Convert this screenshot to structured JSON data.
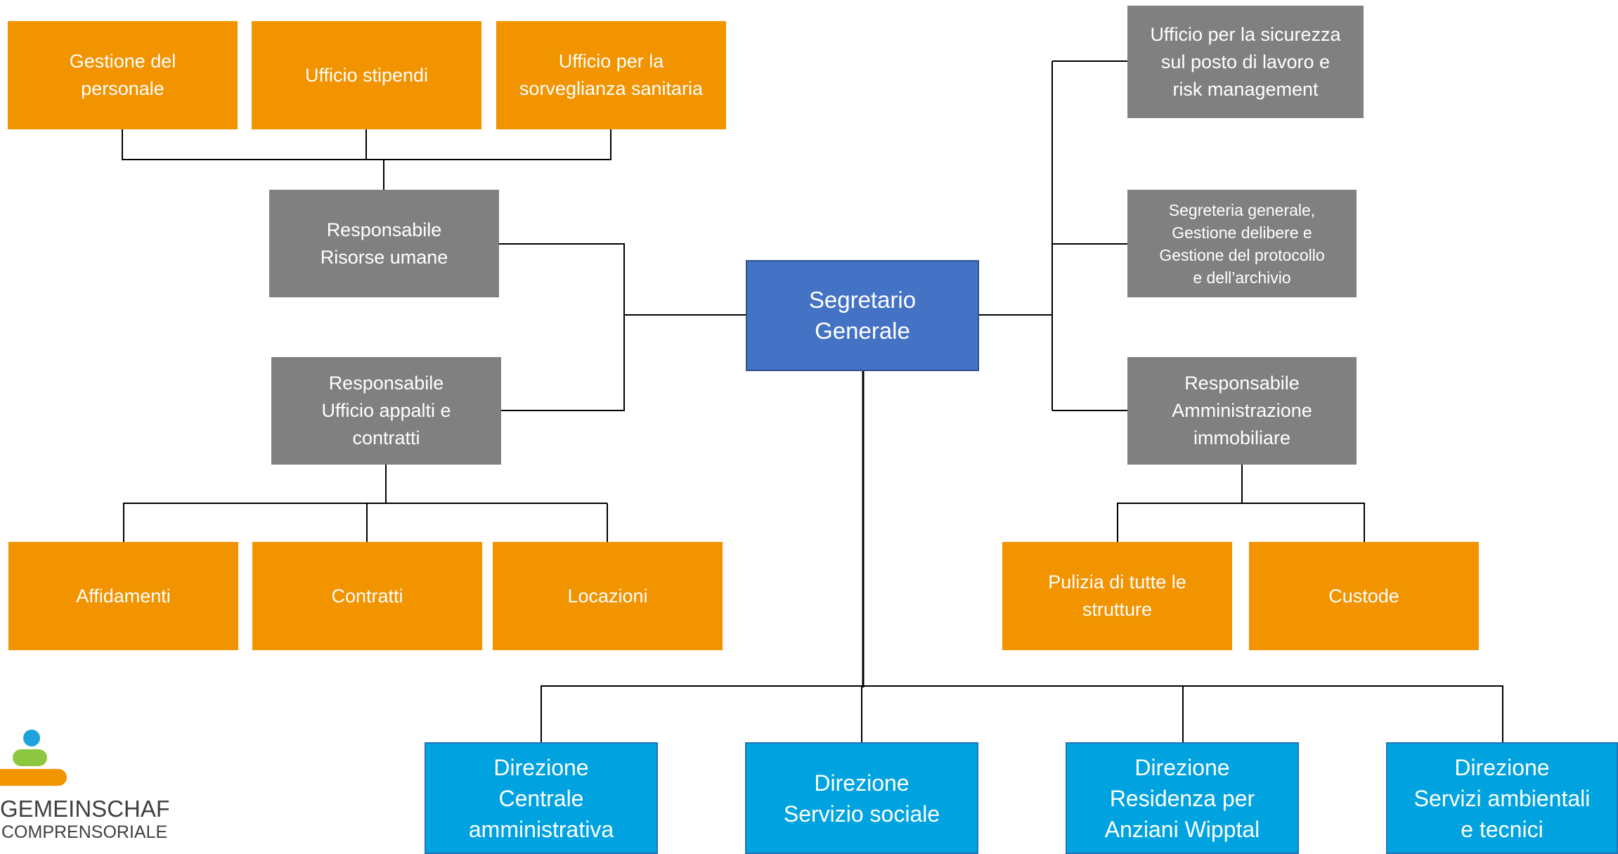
{
  "boxes": {
    "gestione_personale": "Gestione del\npersonale",
    "ufficio_stipendi": "Ufficio stipendi",
    "sorveglianza_sanitaria": "Ufficio per la\nsorveglianza sanitaria",
    "risorse_umane": "Responsabile\nRisorse umane",
    "appalti_contratti": "Responsabile\nUfficio appalti e\ncontratti",
    "affidamenti": "Affidamenti",
    "contratti": "Contratti",
    "locazioni": "Locazioni",
    "segretario": "Segretario\nGenerale",
    "sicurezza": "Ufficio per la sicurezza\nsul posto di lavoro e\nrisk management",
    "segreteria": "Segreteria generale,\nGestione delibere e\nGestione del protocollo\ne dell’archivio",
    "immobiliare": "Responsabile\nAmministrazione\nimmobiliare",
    "pulizia": "Pulizia di tutte le\nstrutture",
    "custode": "Custode",
    "dir_centrale": "Direzione\nCentrale\namministrativa",
    "dir_sociale": "Direzione\nServizio sociale",
    "dir_residenza": "Direzione\nResidenza per\nAnziani Wipptal",
    "dir_ambientali": "Direzione\nServizi ambientali\ne tecnici"
  },
  "logo": {
    "line1": "GEMEINSCHAFT",
    "line2": "COMPRENSORIALE"
  },
  "colors": {
    "orange": "#f29300",
    "grey": "#808080",
    "center_blue": "#4472c4",
    "direction_blue": "#00a3e0",
    "connector": "#000000"
  }
}
